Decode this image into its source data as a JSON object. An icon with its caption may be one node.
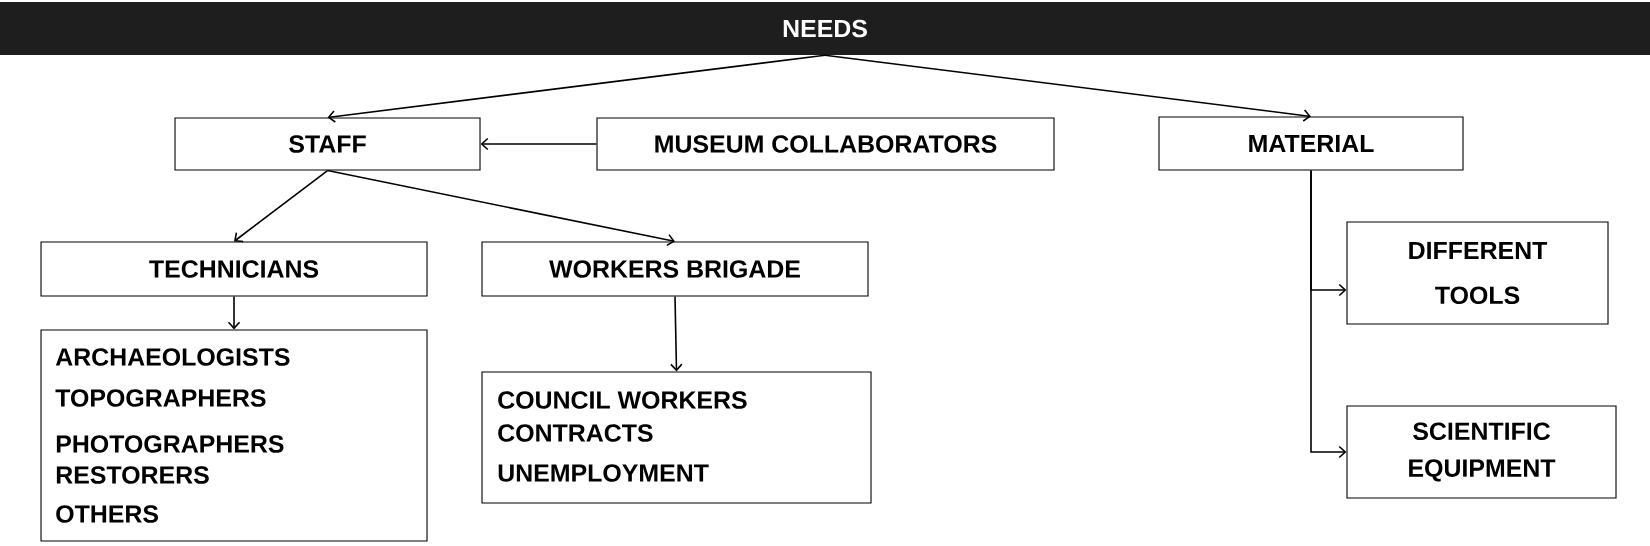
{
  "diagram": {
    "nodes": [
      {
        "text": [
          "NEEDS"
        ]
      },
      {
        "text": [
          "STAFF"
        ]
      },
      {
        "text": [
          "MUSEUM COLLABORATORS"
        ]
      },
      {
        "text": [
          "MATERIAL"
        ]
      },
      {
        "text": [
          "TECHNICIANS"
        ]
      },
      {
        "text": [
          "WORKERS BRIGADE"
        ]
      },
      {
        "text": [
          "ARCHAEOLOGISTS",
          "TOPOGRAPHERS",
          "PHOTOGRAPHERS",
          "RESTORERS",
          "OTHERS"
        ]
      },
      {
        "text": [
          "COUNCIL WORKERS",
          "CONTRACTS",
          "UNEMPLOYMENT"
        ]
      },
      {
        "text": [
          "DIFFERENT TOOLS"
        ]
      },
      {
        "text": [
          "SCIENTIFIC EQUIPMENT"
        ]
      }
    ],
    "edges": [
      {
        "from": 0,
        "to": 1,
        "arrow": "to"
      },
      {
        "from": 0,
        "to": 3,
        "arrow": "to"
      },
      {
        "from": 2,
        "to": 1,
        "arrow": "to"
      },
      {
        "from": 1,
        "to": 4,
        "arrow": "to"
      },
      {
        "from": 1,
        "to": 5,
        "arrow": "to"
      },
      {
        "from": 4,
        "to": 6,
        "arrow": "to"
      },
      {
        "from": 5,
        "to": 7,
        "arrow": "to"
      },
      {
        "from": 3,
        "to": 8,
        "arrow": "to"
      },
      {
        "from": 3,
        "to": 9,
        "arrow": "to"
      }
    ]
  }
}
